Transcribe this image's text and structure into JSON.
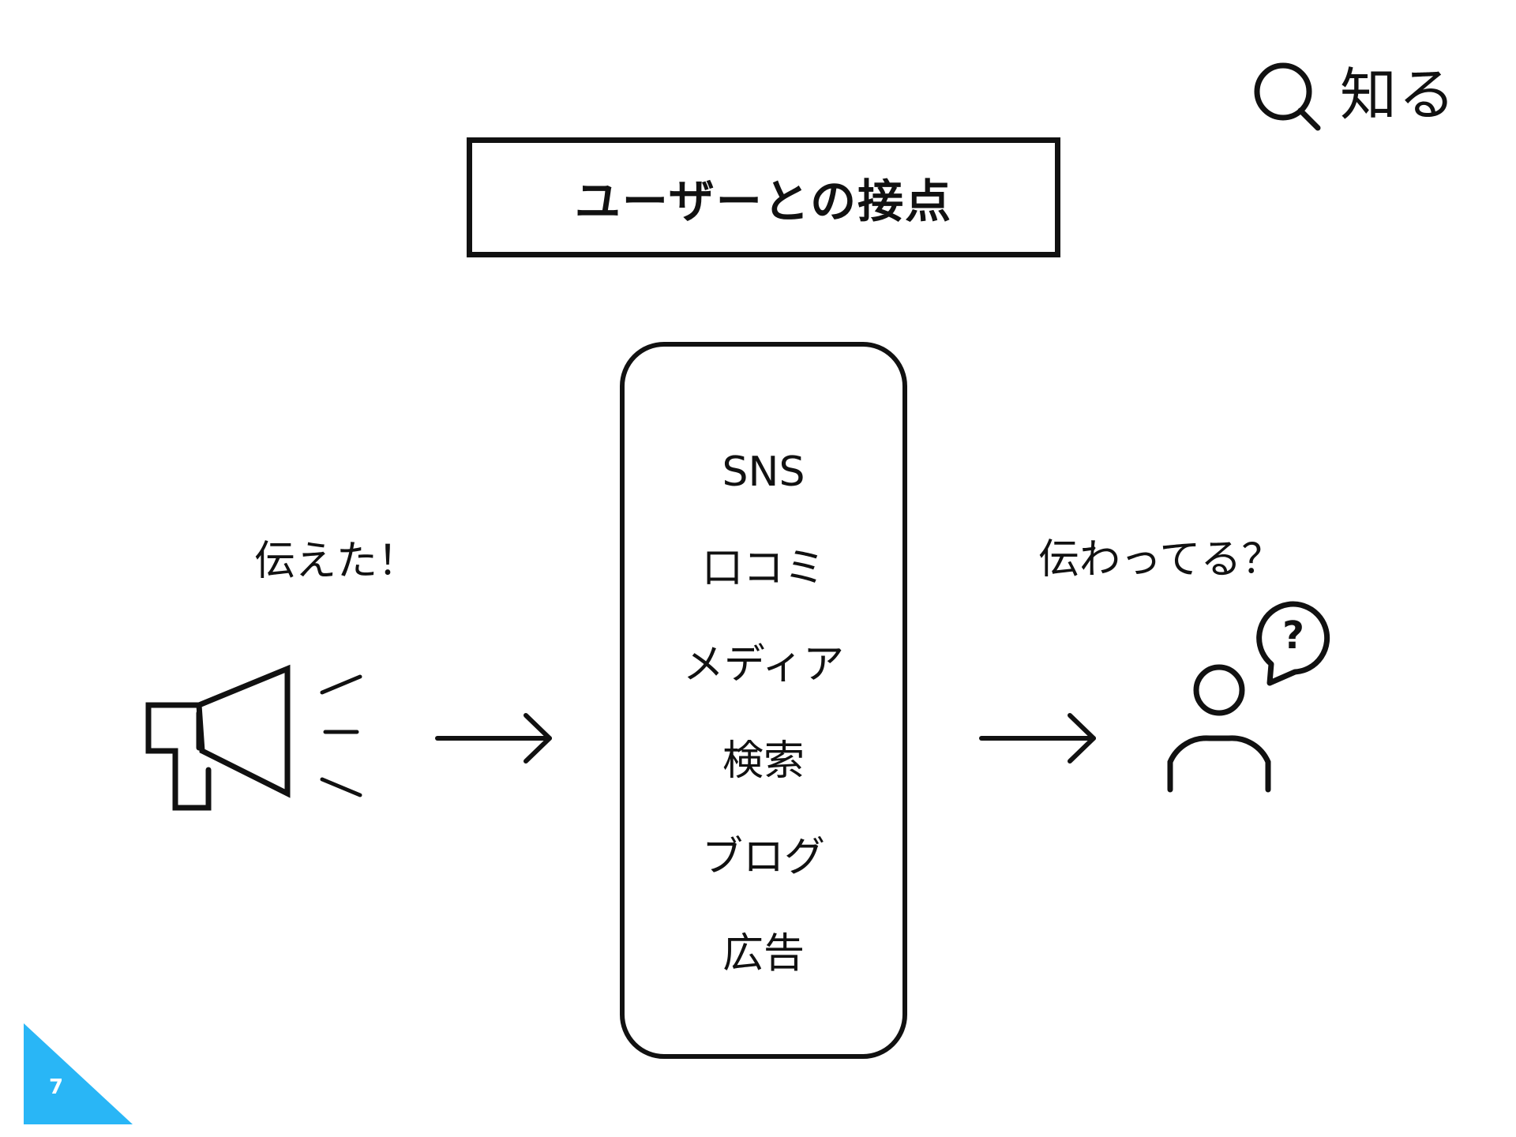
{
  "section_tag": {
    "icon": "search-icon",
    "label": "知る"
  },
  "title": "ユーザーとの接点",
  "left": {
    "label": "伝えた！",
    "icon": "megaphone-icon"
  },
  "channels": [
    "SNS",
    "口コミ",
    "メディア",
    "検索",
    "ブログ",
    "広告"
  ],
  "right": {
    "label": "伝わってる？",
    "icon": "person-question-icon",
    "bubble_mark": "?"
  },
  "page_number": "7",
  "colors": {
    "ink": "#111111",
    "accent": "#29B6F6",
    "background": "#ffffff"
  }
}
